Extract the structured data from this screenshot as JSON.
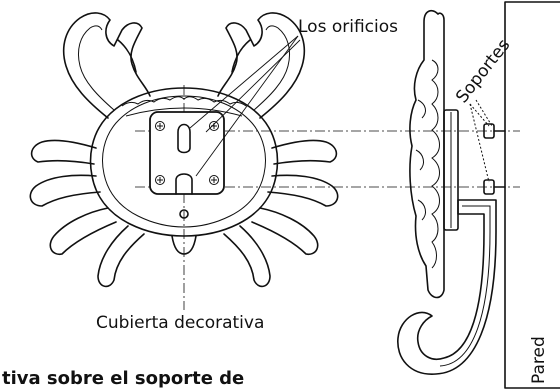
{
  "labels": {
    "holes": "Los orificios",
    "supports": "Soportes",
    "decorative_cover": "Cubierta decorativa",
    "wall": "Pared",
    "caption_fragment": "tiva sobre el soporte de"
  }
}
